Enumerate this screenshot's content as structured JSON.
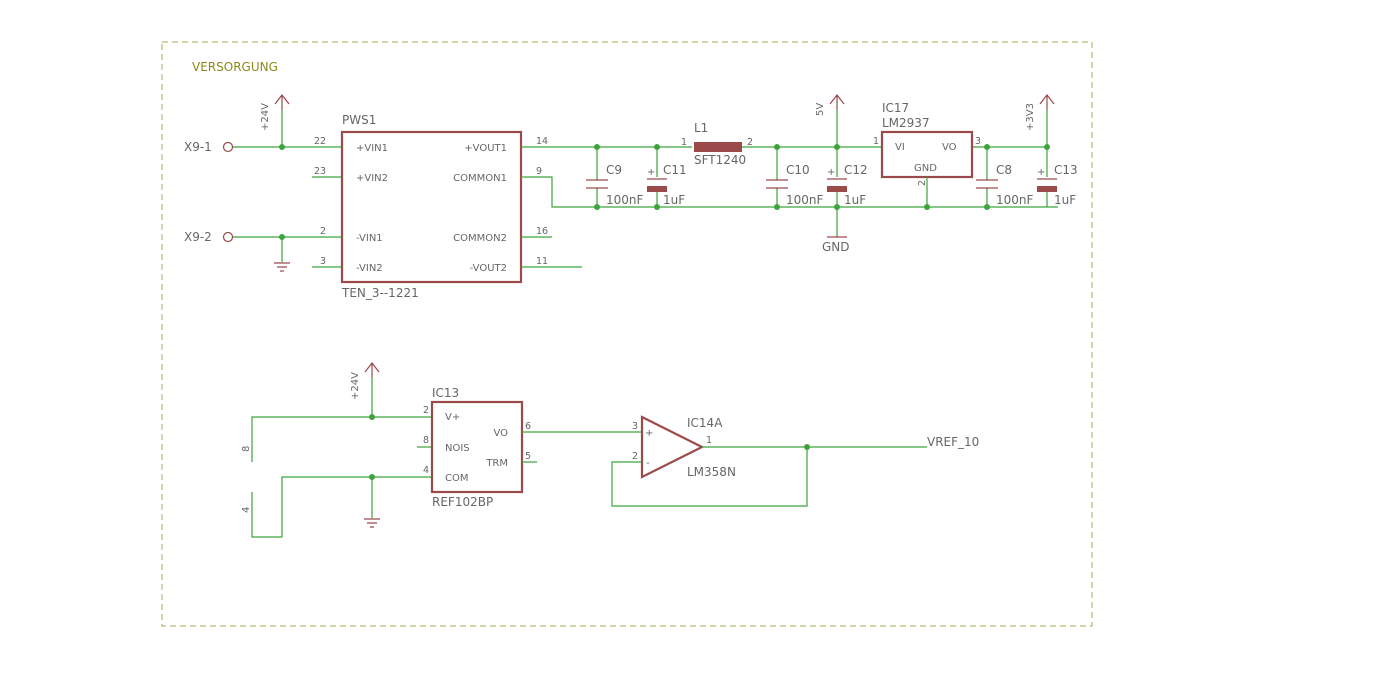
{
  "frame": {
    "label": "VERSORGUNG"
  },
  "connectors": {
    "x9_1": "X9-1",
    "x9_2": "X9-2"
  },
  "supply": {
    "v24": "+24V",
    "v5": "5V",
    "v3v3": "+3V3",
    "gnd": "GND"
  },
  "pws1": {
    "name": "PWS1",
    "value": "TEN_3--1221",
    "pins_left": [
      {
        "num": "22",
        "label": "+VIN1"
      },
      {
        "num": "23",
        "label": "+VIN2"
      },
      {
        "num": "2",
        "label": "-VIN1"
      },
      {
        "num": "3",
        "label": "-VIN2"
      }
    ],
    "pins_right": [
      {
        "num": "14",
        "label": "+VOUT1"
      },
      {
        "num": "9",
        "label": "COMMON1"
      },
      {
        "num": "16",
        "label": "COMMON2"
      },
      {
        "num": "11",
        "label": "-VOUT2"
      }
    ]
  },
  "l1": {
    "name": "L1",
    "value": "SFT1240",
    "pin1": "1",
    "pin2": "2"
  },
  "caps": {
    "c9": {
      "name": "C9",
      "value": "100nF"
    },
    "c11": {
      "name": "C11",
      "value": "1uF"
    },
    "c10": {
      "name": "C10",
      "value": "100nF"
    },
    "c12": {
      "name": "C12",
      "value": "1uF"
    },
    "c8": {
      "name": "C8",
      "value": "100nF"
    },
    "c13": {
      "name": "C13",
      "value": "1uF"
    }
  },
  "ic17": {
    "name": "IC17",
    "value": "LM2937",
    "vi": "VI",
    "vo": "VO",
    "gnd": "GND",
    "pin1": "1",
    "pin2": "2",
    "pin3": "3"
  },
  "ic13": {
    "name": "IC13",
    "value": "REF102BP",
    "vplus": "V+",
    "nois": "NOIS",
    "com": "COM",
    "vo": "VO",
    "trm": "TRM",
    "pin2": "2",
    "pin8": "8",
    "pin4": "4",
    "pin6": "6",
    "pin5": "5"
  },
  "ic14a": {
    "name": "IC14A",
    "value": "LM358N",
    "plus": "+",
    "minus": "-",
    "pin3": "3",
    "pin2": "2",
    "pin1": "1"
  },
  "net_vref": "VREF_10",
  "side_labels": {
    "l8": "8",
    "l4": "4"
  }
}
